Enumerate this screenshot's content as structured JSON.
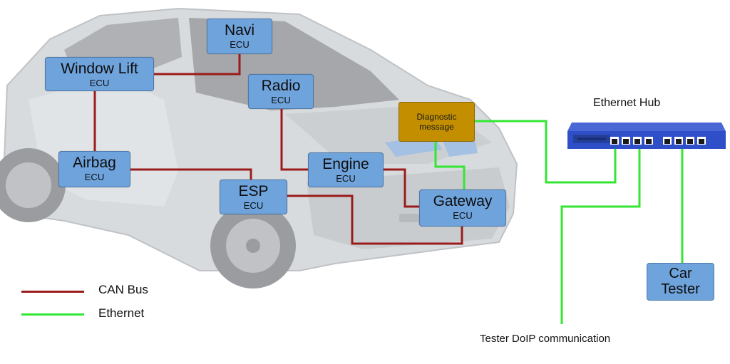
{
  "ecus": [
    {
      "name": "Navi",
      "sub": "ECU"
    },
    {
      "name": "Window Lift",
      "sub": "ECU"
    },
    {
      "name": "Radio",
      "sub": "ECU"
    },
    {
      "name": "Airbag",
      "sub": "ECU"
    },
    {
      "name": "Engine",
      "sub": "ECU"
    },
    {
      "name": "ESP",
      "sub": "ECU"
    },
    {
      "name": "Gateway",
      "sub": "ECU"
    }
  ],
  "diagnostic": {
    "line1": "Diagnostic",
    "line2": "message"
  },
  "hub": {
    "title": "Ethernet Hub"
  },
  "tester": {
    "line1": "Car",
    "line2": "Tester"
  },
  "doip_label": "Tester DoIP communication",
  "legend": [
    {
      "label": "CAN Bus",
      "color": "#9b1b1b"
    },
    {
      "label": "Ethernet",
      "color": "#33e633"
    }
  ],
  "colors": {
    "can": "#9b1b1b",
    "ethernet": "#33e633",
    "ecu_fill": "#6fa3dc",
    "diag_fill": "#c38f00",
    "hub_fill": "#2f4fc9"
  }
}
